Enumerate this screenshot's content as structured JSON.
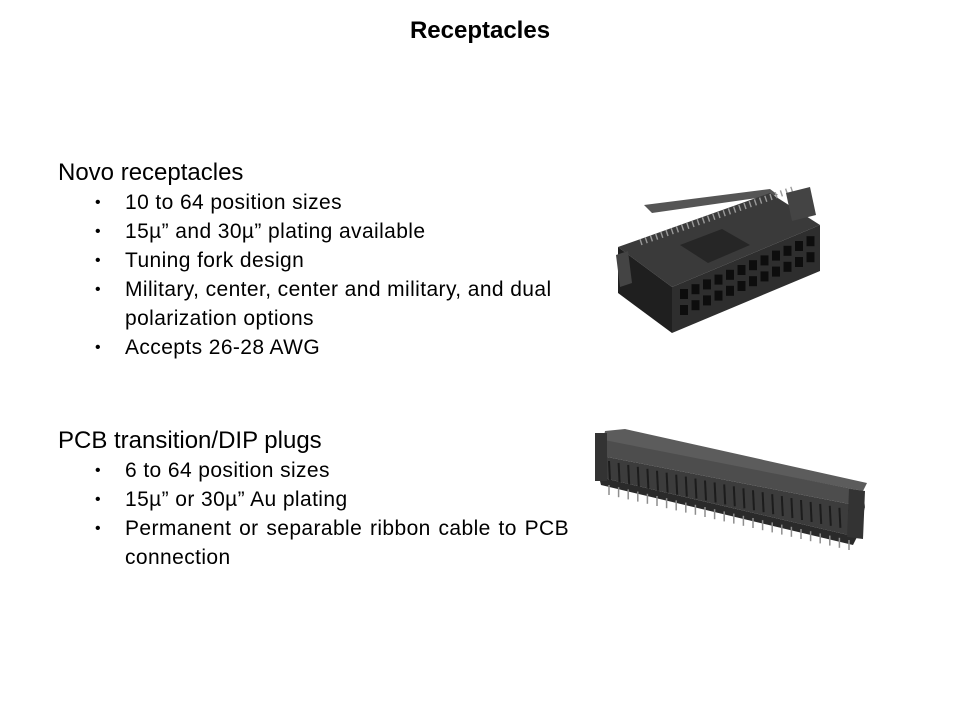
{
  "slide": {
    "title": "Receptacles"
  },
  "sections": [
    {
      "heading": "Novo receptacles",
      "bullets": [
        "10 to 64 position sizes",
        "15µ” and 30µ” plating available",
        "Tuning fork design",
        "Military, center, center and military, and dual polarization options",
        "Accepts 26-28 AWG"
      ],
      "image_icon": "novo-receptacle-connector-photo"
    },
    {
      "heading": "PCB transition/DIP plugs",
      "bullets": [
        "6 to 64 position sizes",
        "15µ” or 30µ” Au plating",
        "Permanent or separable ribbon cable to PCB connection"
      ],
      "image_icon": "dip-plug-connector-photo"
    }
  ],
  "colors": {
    "text": "#000000",
    "background": "#ffffff",
    "connector_dark": "#2b2b2b",
    "connector_mid": "#4a4a4a",
    "pin_metal": "#b8b8b8"
  }
}
